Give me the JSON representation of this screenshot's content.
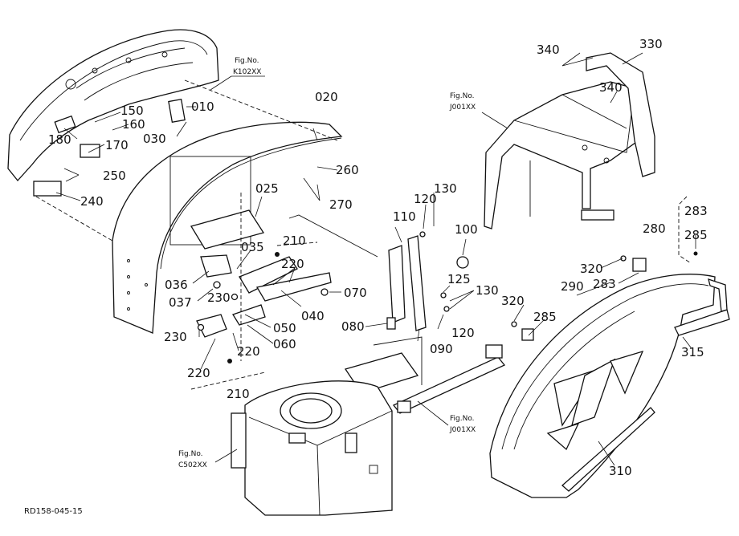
{
  "diagram_code": "RD158-045-15",
  "fig_refs": [
    {
      "line1": "Fig.No.",
      "line2": "K102XX"
    },
    {
      "line1": "Fig.No.",
      "line2": "J001XX"
    },
    {
      "line1": "Fig.No.",
      "line2": "J001XX"
    },
    {
      "line1": "Fig.No.",
      "line2": "C502XX"
    }
  ],
  "callouts": [
    "010",
    "020",
    "025",
    "030",
    "035",
    "036",
    "037",
    "040",
    "050",
    "060",
    "070",
    "080",
    "090",
    "100",
    "110",
    "120",
    "120",
    "125",
    "130",
    "130",
    "150",
    "160",
    "170",
    "180",
    "210",
    "210",
    "220",
    "220",
    "220",
    "230",
    "230",
    "240",
    "250",
    "260",
    "270",
    "280",
    "283",
    "283",
    "285",
    "285",
    "290",
    "310",
    "315",
    "320",
    "320",
    "330",
    "340",
    "340"
  ]
}
